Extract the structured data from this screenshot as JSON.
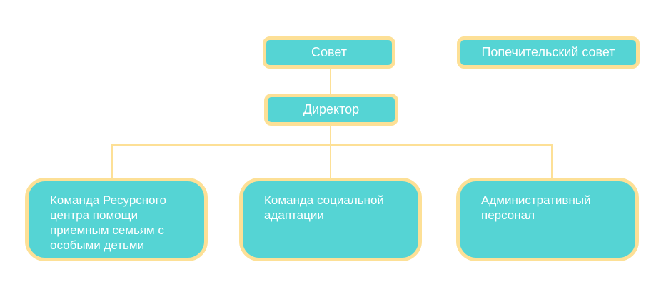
{
  "nodes": {
    "council": "Совет",
    "board_of_trustees": "Попечительский совет",
    "director": "Директор",
    "resource_center_team": "Команда Ресурсного центра помощи приемным семьям с особыми детьми",
    "social_adaptation_team": "Команда социальной адаптации",
    "admin_staff": "Административный персонал"
  },
  "colors": {
    "fill": "#55d4d4",
    "border": "#fde096"
  }
}
